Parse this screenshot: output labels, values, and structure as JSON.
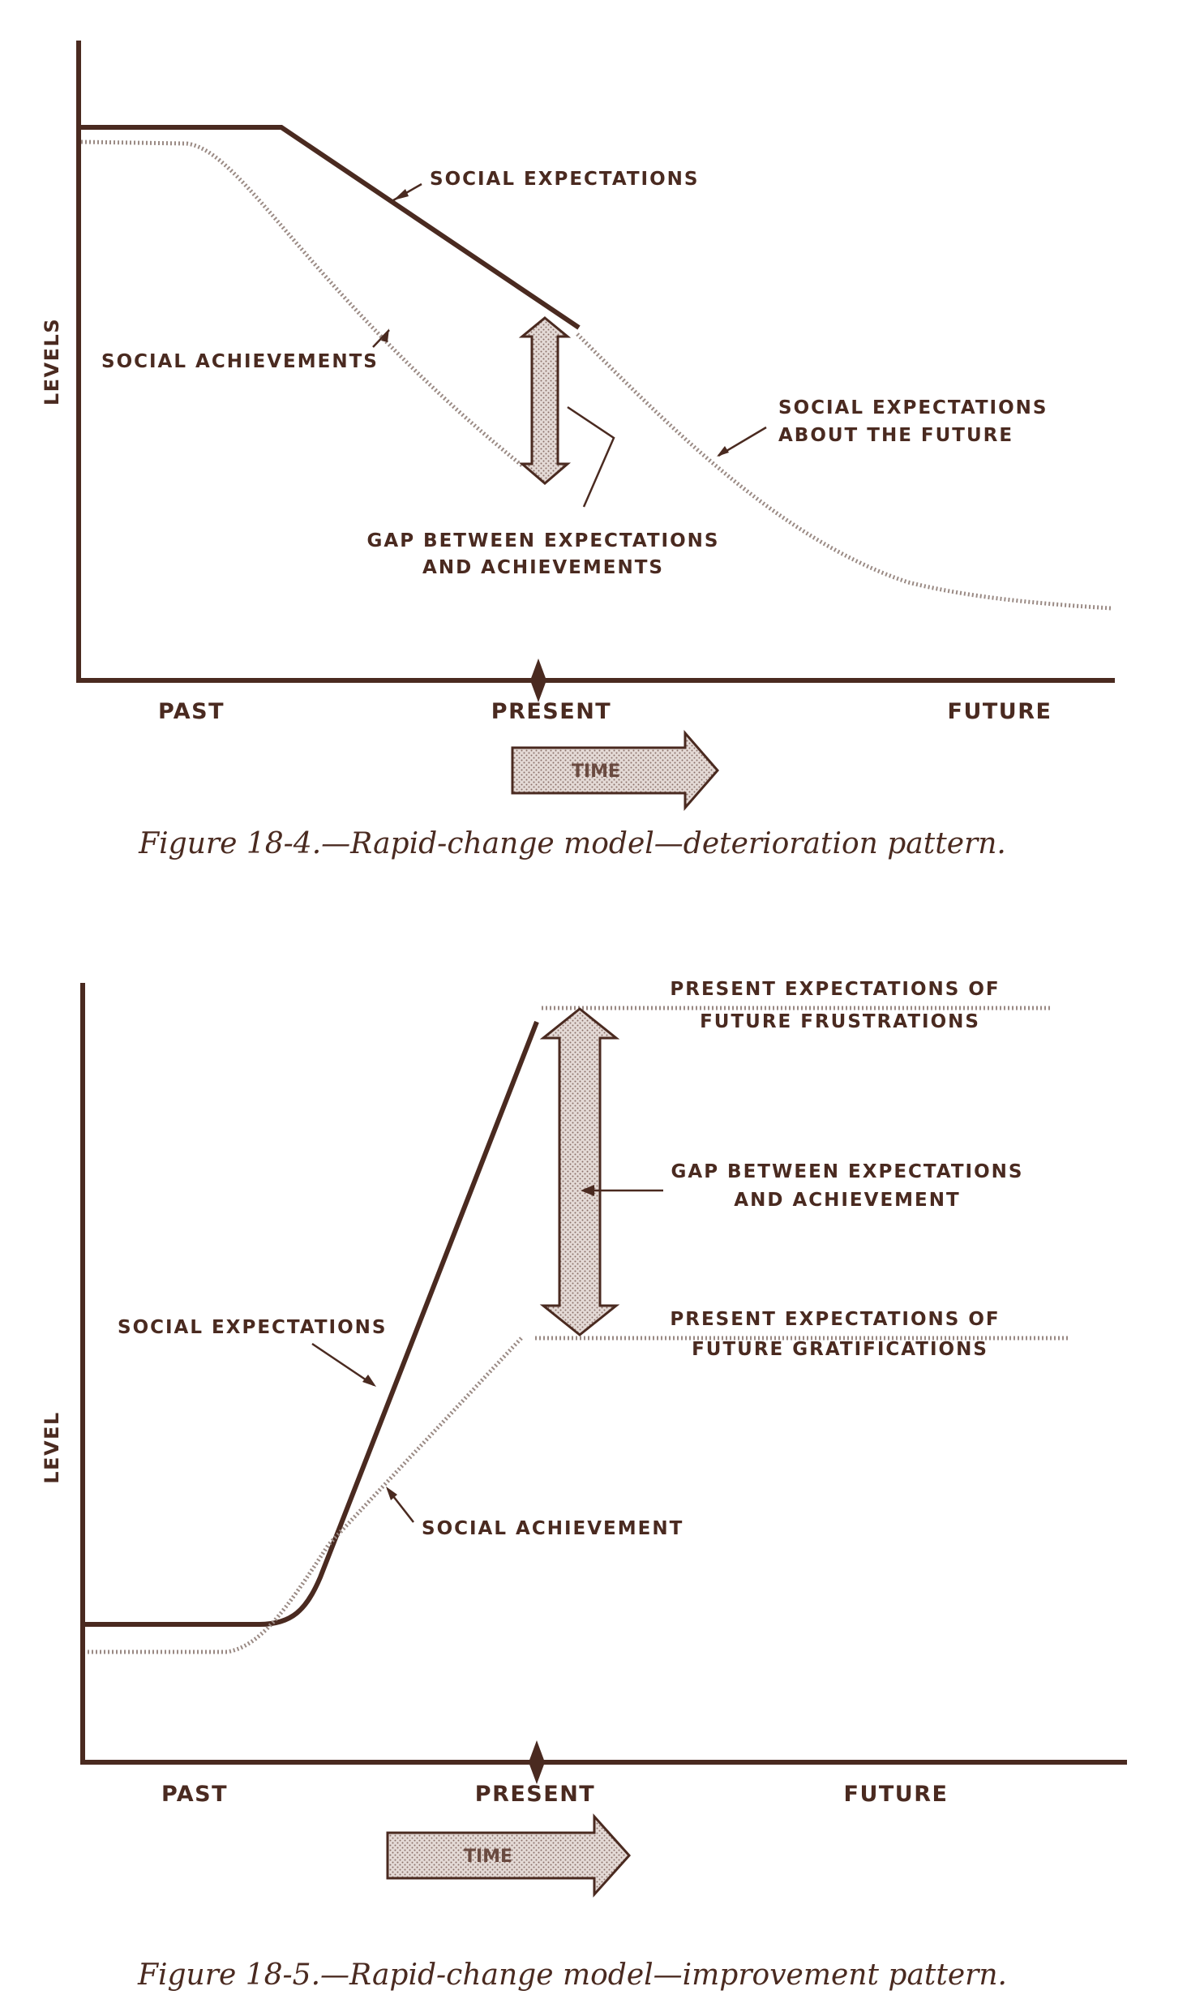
{
  "figure_1": {
    "y_axis_label": "LEVELS",
    "x_ticks": [
      "PAST",
      "PRESENT",
      "FUTURE"
    ],
    "time_arrow_label": "TIME",
    "annotations": {
      "social_expectations": "SOCIAL EXPECTATIONS",
      "social_achievements": "SOCIAL ACHIEVEMENTS",
      "future_line1": "SOCIAL EXPECTATIONS",
      "future_line2": "ABOUT THE FUTURE",
      "gap_line1": "GAP BETWEEN EXPECTATIONS",
      "gap_line2": "AND ACHIEVEMENTS"
    },
    "caption": "Figure 18-4.—Rapid-change model—deterioration pattern."
  },
  "figure_2": {
    "y_axis_label": "LEVEL",
    "x_ticks": [
      "PAST",
      "PRESENT",
      "FUTURE"
    ],
    "time_arrow_label": "TIME",
    "annotations": {
      "frustrations_line1": "PRESENT EXPECTATIONS OF",
      "frustrations_line2": "FUTURE FRUSTRATIONS",
      "gap_line1": "GAP BETWEEN EXPECTATIONS",
      "gap_line2": "AND ACHIEVEMENT",
      "gratifications_line1": "PRESENT EXPECTATIONS OF",
      "gratifications_line2": "FUTURE GRATIFICATIONS",
      "social_expectations": "SOCIAL EXPECTATIONS",
      "social_achievement": "SOCIAL ACHIEVEMENT"
    },
    "caption": "Figure 18-5.—Rapid-change model—improvement pattern."
  },
  "colors": {
    "ink": "#4a2a20",
    "dotted_line": "#9a8a84",
    "shade": "#d8ccc8"
  }
}
